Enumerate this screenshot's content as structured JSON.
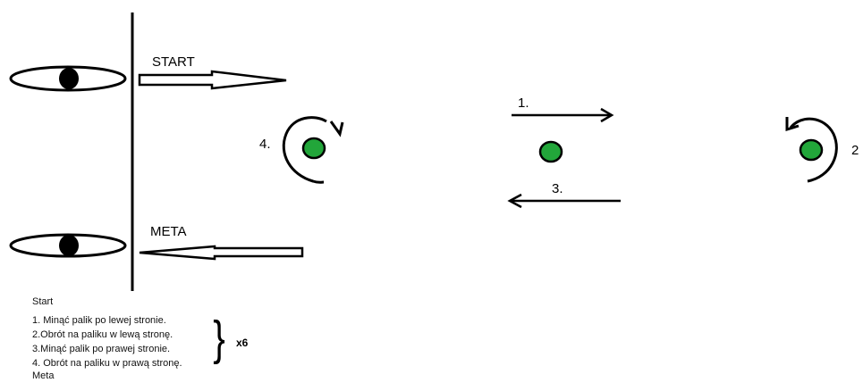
{
  "labels": {
    "start": "START",
    "meta": "META",
    "step1": "1.",
    "step2": "2",
    "step3": "3.",
    "step4": "4."
  },
  "legend": {
    "title": "Start",
    "items": [
      "1. Minąć palik po lewej stronie.",
      "2.Obrót na paliku w lewą stronę.",
      "3.Minąć palik po prawej stronie.",
      "4. Obrót na paliku w prawą stronę."
    ],
    "end": "Meta",
    "repeat": "x6"
  },
  "colors": {
    "line": "#000000",
    "pole_fill": "#22a63a",
    "eye_pupil": "#000000"
  }
}
